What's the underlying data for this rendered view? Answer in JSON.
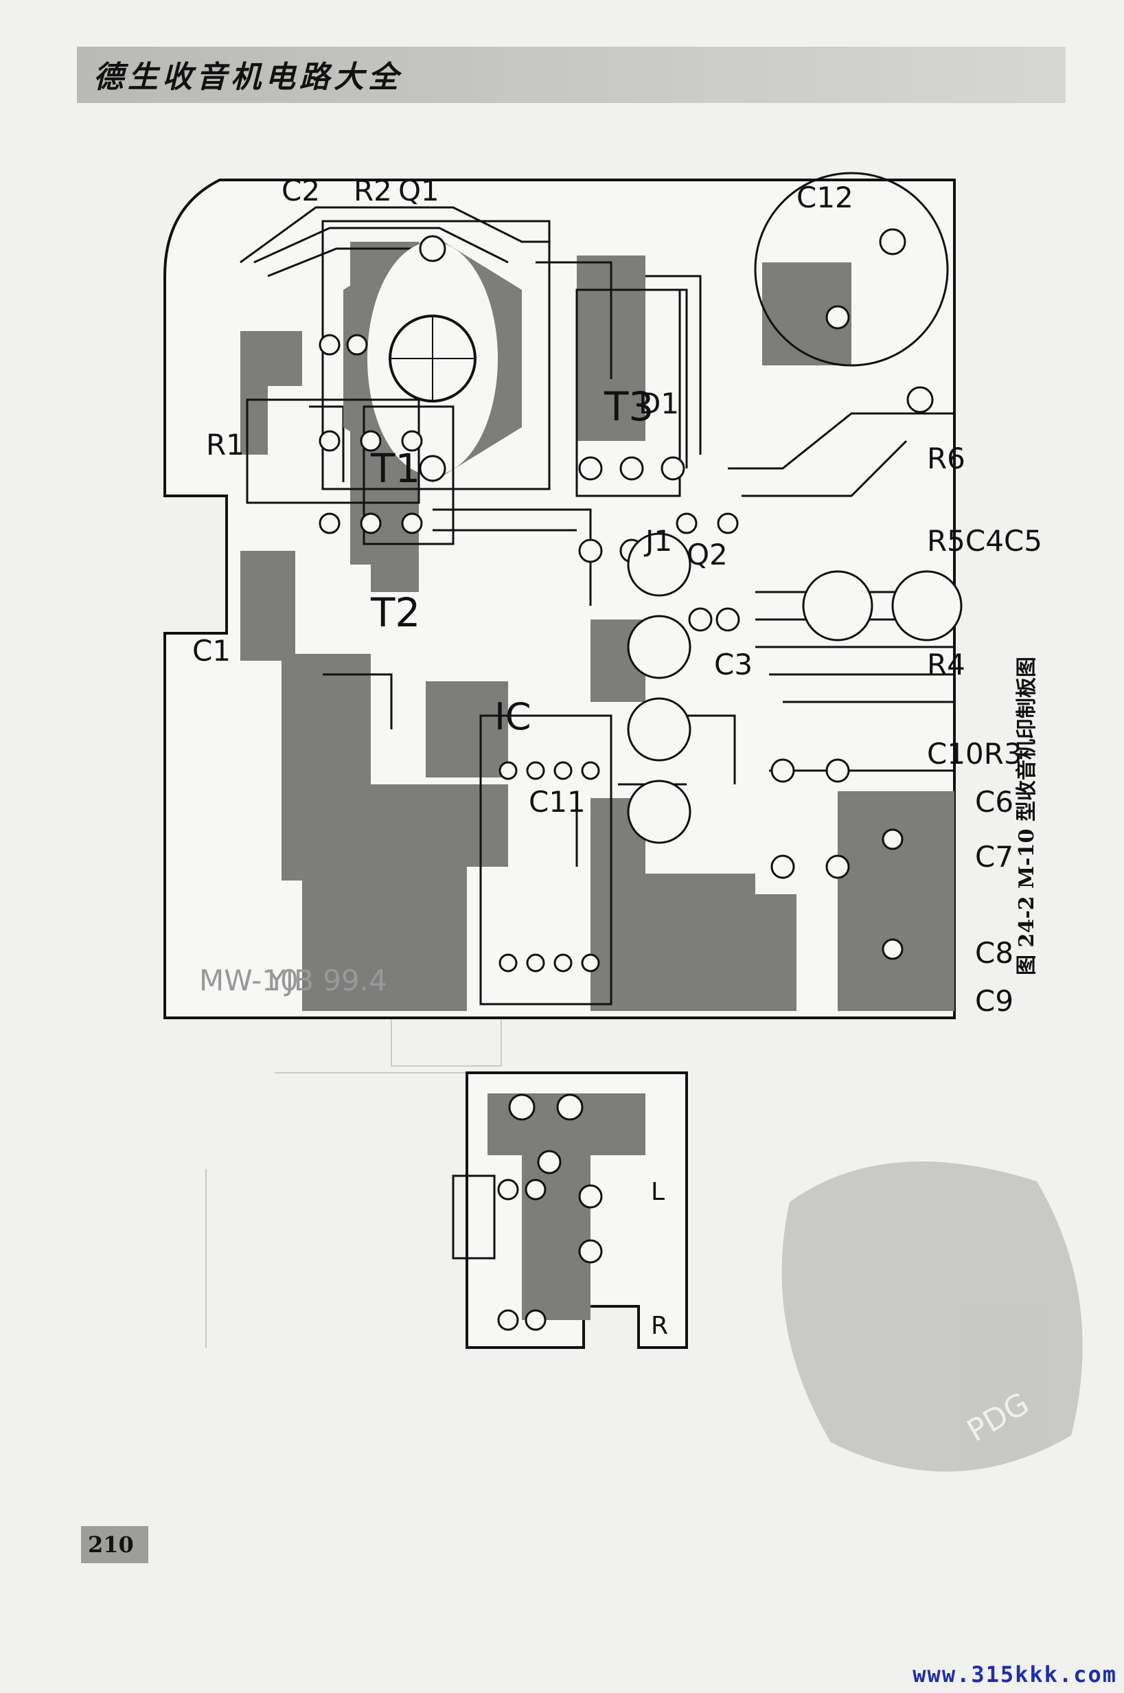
{
  "header": {
    "title": "德生收音机电路大全"
  },
  "figure": {
    "caption": "图 24-2  M-10 型收音机印制板图",
    "labels": {
      "C2": "C2",
      "R2": "R2",
      "Q1": "Q1",
      "R1": "R1",
      "C1": "C1",
      "C12": "C12",
      "D1": "D1",
      "T3": "T3",
      "R6": "R6",
      "T1": "T1",
      "T2": "T2",
      "J1": "J1",
      "Q2": "Q2",
      "R5C4C5": "R5C4C5",
      "R4": "R4",
      "C10R3": "C10R3",
      "C3": "C3",
      "IC": "IC",
      "C11": "C11",
      "C6": "C6",
      "C7": "C7",
      "C8": "C8",
      "C9": "C9",
      "MW10": "MW-10",
      "YJB": "YJB 99.4",
      "L": "L",
      "R": "R"
    }
  },
  "page_number": "210",
  "site_url": "www.315kkk.com",
  "watermark": {
    "text": "PDG"
  }
}
